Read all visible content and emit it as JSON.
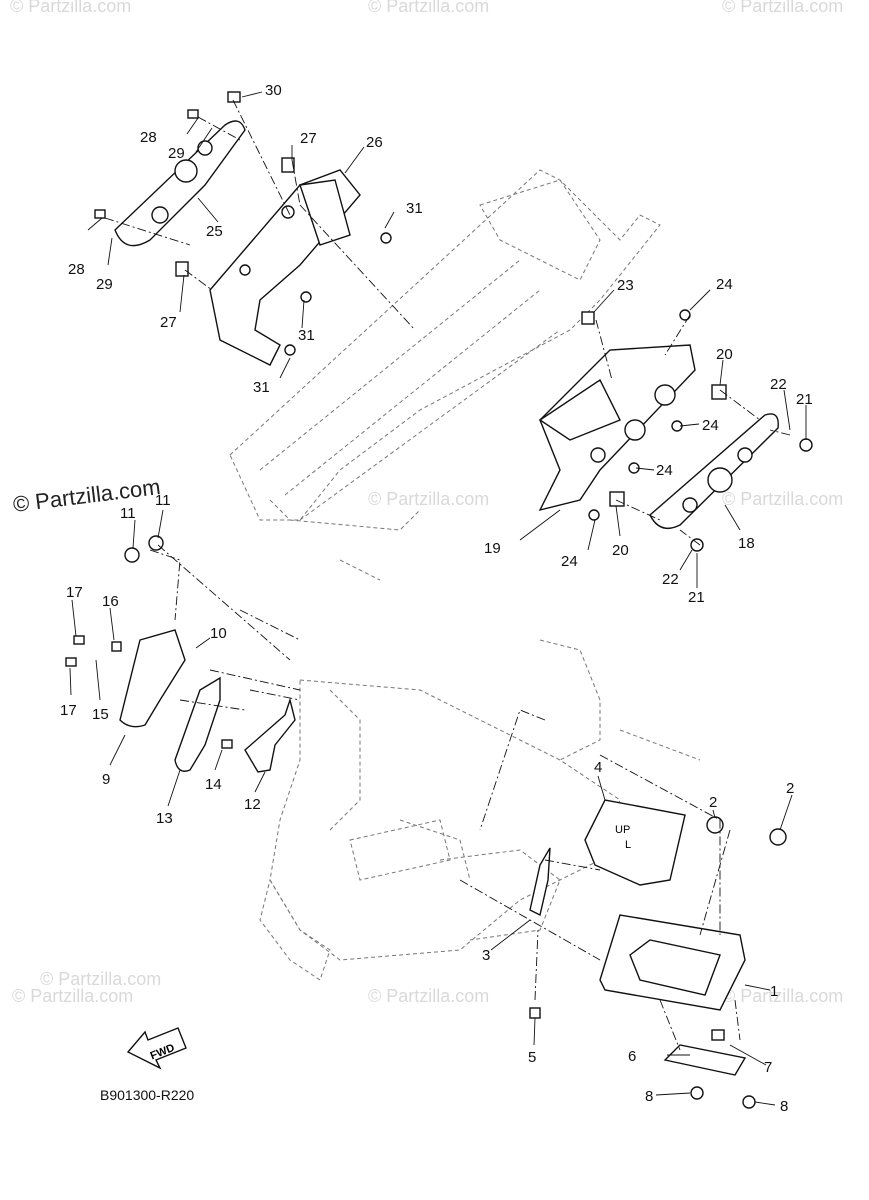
{
  "diagram": {
    "code": "B901300-R220",
    "fwd_label": "FWD",
    "up_label": "UP",
    "side_label": "L",
    "watermarks": [
      "© Partzilla.com",
      "© Partzilla.com",
      "© Partzilla.com",
      "© Partzilla.com",
      "© Partzilla.com",
      "© Partzilla.com",
      "© Partzilla.com",
      "© Partzilla.com",
      "© Partzilla.com"
    ],
    "watermark_main": "© Partzilla.com",
    "callouts": [
      "30",
      "28",
      "29",
      "27",
      "26",
      "25",
      "31",
      "28",
      "29",
      "27",
      "31",
      "31",
      "23",
      "24",
      "20",
      "22",
      "21",
      "24",
      "24",
      "19",
      "24",
      "20",
      "18",
      "22",
      "21",
      "11",
      "11",
      "17",
      "16",
      "10",
      "17",
      "15",
      "9",
      "13",
      "14",
      "12",
      "4",
      "2",
      "2",
      "3",
      "1",
      "5",
      "6",
      "7",
      "8",
      "8"
    ]
  }
}
